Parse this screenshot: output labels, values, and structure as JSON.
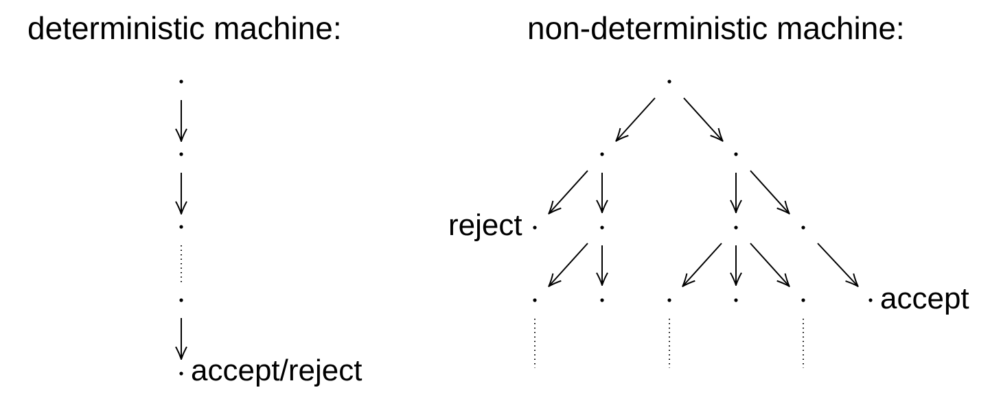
{
  "deterministic": {
    "title": "deterministic machine:",
    "end_label": "accept/reject"
  },
  "nondeterministic": {
    "title": "non-deterministic machine:",
    "reject_label": "reject",
    "accept_label": "accept"
  }
}
